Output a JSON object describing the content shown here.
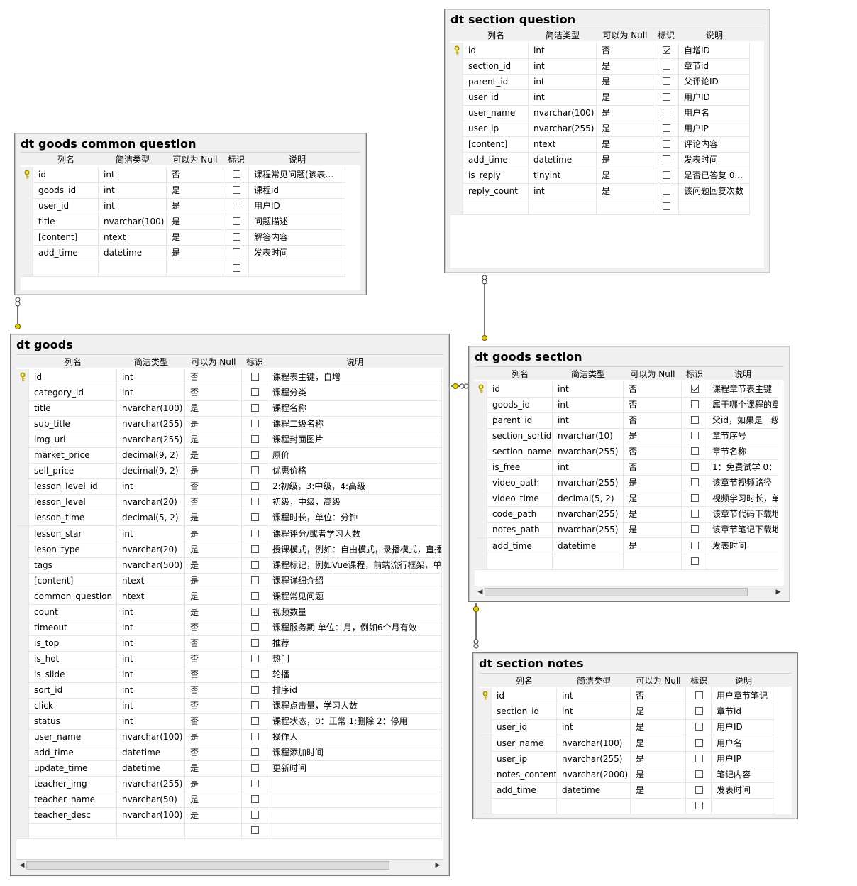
{
  "headers": {
    "col_name": "列名",
    "col_type": "简洁类型",
    "col_null": "可以为 Null",
    "col_identity": "标识",
    "col_desc": "说明"
  },
  "tables": {
    "section_question": {
      "title": "dt section question",
      "rows": [
        {
          "name": "id",
          "type": "int",
          "null": "否",
          "identity": true,
          "desc": "自增ID",
          "pk": true
        },
        {
          "name": "section_id",
          "type": "int",
          "null": "是",
          "identity": false,
          "desc": "章节id"
        },
        {
          "name": "parent_id",
          "type": "int",
          "null": "是",
          "identity": false,
          "desc": "父评论ID"
        },
        {
          "name": "user_id",
          "type": "int",
          "null": "是",
          "identity": false,
          "desc": "用户ID"
        },
        {
          "name": "user_name",
          "type": "nvarchar(100)",
          "null": "是",
          "identity": false,
          "desc": "用户名"
        },
        {
          "name": "user_ip",
          "type": "nvarchar(255)",
          "null": "是",
          "identity": false,
          "desc": "用户IP"
        },
        {
          "name": "[content]",
          "type": "ntext",
          "null": "是",
          "identity": false,
          "desc": "评论内容"
        },
        {
          "name": "add_time",
          "type": "datetime",
          "null": "是",
          "identity": false,
          "desc": "发表时间"
        },
        {
          "name": "is_reply",
          "type": "tinyint",
          "null": "是",
          "identity": false,
          "desc": "是否已答复 0..."
        },
        {
          "name": "reply_count",
          "type": "int",
          "null": "是",
          "identity": false,
          "desc": "该问题回复次数"
        }
      ]
    },
    "goods_common_question": {
      "title": "dt goods common question",
      "rows": [
        {
          "name": "id",
          "type": "int",
          "null": "否",
          "identity": false,
          "desc": "课程常见问题(该表...",
          "pk": true
        },
        {
          "name": "goods_id",
          "type": "int",
          "null": "是",
          "identity": false,
          "desc": "课程id"
        },
        {
          "name": "user_id",
          "type": "int",
          "null": "是",
          "identity": false,
          "desc": "用户ID"
        },
        {
          "name": "title",
          "type": "nvarchar(100)",
          "null": "是",
          "identity": false,
          "desc": "问题描述"
        },
        {
          "name": "[content]",
          "type": "ntext",
          "null": "是",
          "identity": false,
          "desc": "解答内容"
        },
        {
          "name": "add_time",
          "type": "datetime",
          "null": "是",
          "identity": false,
          "desc": "发表时间"
        }
      ]
    },
    "goods": {
      "title": "dt goods",
      "rows": [
        {
          "name": "id",
          "type": "int",
          "null": "否",
          "identity": false,
          "desc": "课程表主键，自增",
          "pk": true
        },
        {
          "name": "category_id",
          "type": "int",
          "null": "否",
          "identity": false,
          "desc": "课程分类"
        },
        {
          "name": "title",
          "type": "nvarchar(100)",
          "null": "是",
          "identity": false,
          "desc": "课程名称"
        },
        {
          "name": "sub_title",
          "type": "nvarchar(255)",
          "null": "是",
          "identity": false,
          "desc": "课程二级名称"
        },
        {
          "name": "img_url",
          "type": "nvarchar(255)",
          "null": "是",
          "identity": false,
          "desc": "课程封面图片"
        },
        {
          "name": "market_price",
          "type": "decimal(9, 2)",
          "null": "是",
          "identity": false,
          "desc": "原价"
        },
        {
          "name": "sell_price",
          "type": "decimal(9, 2)",
          "null": "是",
          "identity": false,
          "desc": "优惠价格"
        },
        {
          "name": "lesson_level_id",
          "type": "int",
          "null": "否",
          "identity": false,
          "desc": "2:初级，3:中级，4:高级"
        },
        {
          "name": "lesson_level",
          "type": "nvarchar(20)",
          "null": "否",
          "identity": false,
          "desc": "初级，中级，高级"
        },
        {
          "name": "lesson_time",
          "type": "decimal(5, 2)",
          "null": "是",
          "identity": false,
          "desc": "课程时长，单位：分钟"
        },
        {
          "name": "lesson_star",
          "type": "int",
          "null": "是",
          "identity": false,
          "desc": "课程评分/或者学习人数"
        },
        {
          "name": "leson_type",
          "type": "nvarchar(20)",
          "null": "是",
          "identity": false,
          "desc": "授课模式，例如：自由模式，录播模式，直播"
        },
        {
          "name": "tags",
          "type": "nvarchar(500)",
          "null": "是",
          "identity": false,
          "desc": "课程标记，例如Vue课程，前端流行框架，单页"
        },
        {
          "name": "[content]",
          "type": "ntext",
          "null": "是",
          "identity": false,
          "desc": "课程详细介绍"
        },
        {
          "name": "common_question",
          "type": "ntext",
          "null": "是",
          "identity": false,
          "desc": "课程常见问题"
        },
        {
          "name": "count",
          "type": "int",
          "null": "是",
          "identity": false,
          "desc": "视频数量"
        },
        {
          "name": "timeout",
          "type": "int",
          "null": "否",
          "identity": false,
          "desc": "课程服务期 单位：月，例如6个月有效"
        },
        {
          "name": "is_top",
          "type": "int",
          "null": "否",
          "identity": false,
          "desc": "推荐"
        },
        {
          "name": "is_hot",
          "type": "int",
          "null": "否",
          "identity": false,
          "desc": "热门"
        },
        {
          "name": "is_slide",
          "type": "int",
          "null": "否",
          "identity": false,
          "desc": "轮播"
        },
        {
          "name": "sort_id",
          "type": "int",
          "null": "否",
          "identity": false,
          "desc": "排序id"
        },
        {
          "name": "click",
          "type": "int",
          "null": "否",
          "identity": false,
          "desc": "课程点击量，学习人数"
        },
        {
          "name": "status",
          "type": "int",
          "null": "否",
          "identity": false,
          "desc": "课程状态，0：正常 1:删除 2：停用"
        },
        {
          "name": "user_name",
          "type": "nvarchar(100)",
          "null": "是",
          "identity": false,
          "desc": "操作人"
        },
        {
          "name": "add_time",
          "type": "datetime",
          "null": "否",
          "identity": false,
          "desc": "课程添加时间"
        },
        {
          "name": "update_time",
          "type": "datetime",
          "null": "是",
          "identity": false,
          "desc": "更新时间"
        },
        {
          "name": "teacher_img",
          "type": "nvarchar(255)",
          "null": "是",
          "identity": false,
          "desc": ""
        },
        {
          "name": "teacher_name",
          "type": "nvarchar(50)",
          "null": "是",
          "identity": false,
          "desc": ""
        },
        {
          "name": "teacher_desc",
          "type": "nvarchar(100)",
          "null": "是",
          "identity": false,
          "desc": ""
        }
      ]
    },
    "goods_section": {
      "title": "dt goods section",
      "rows": [
        {
          "name": "id",
          "type": "int",
          "null": "否",
          "identity": true,
          "desc": "课程章节表主键",
          "pk": true
        },
        {
          "name": "goods_id",
          "type": "int",
          "null": "否",
          "identity": false,
          "desc": "属于哪个课程的章"
        },
        {
          "name": "parent_id",
          "type": "int",
          "null": "否",
          "identity": false,
          "desc": "父id，如果是一级"
        },
        {
          "name": "section_sortid",
          "type": "nvarchar(10)",
          "null": "是",
          "identity": false,
          "desc": "章节序号"
        },
        {
          "name": "section_name",
          "type": "nvarchar(255)",
          "null": "否",
          "identity": false,
          "desc": "章节名称"
        },
        {
          "name": "is_free",
          "type": "int",
          "null": "否",
          "identity": false,
          "desc": "1：免费试学  0："
        },
        {
          "name": "video_path",
          "type": "nvarchar(255)",
          "null": "是",
          "identity": false,
          "desc": "该章节视频路径"
        },
        {
          "name": "video_time",
          "type": "decimal(5, 2)",
          "null": "是",
          "identity": false,
          "desc": "视频学习时长，单"
        },
        {
          "name": "code_path",
          "type": "nvarchar(255)",
          "null": "是",
          "identity": false,
          "desc": "该章节代码下载地"
        },
        {
          "name": "notes_path",
          "type": "nvarchar(255)",
          "null": "是",
          "identity": false,
          "desc": "该章节笔记下载地"
        },
        {
          "name": "add_time",
          "type": "datetime",
          "null": "是",
          "identity": false,
          "desc": "发表时间"
        }
      ]
    },
    "section_notes": {
      "title": "dt section notes",
      "rows": [
        {
          "name": "id",
          "type": "int",
          "null": "否",
          "identity": false,
          "desc": "用户章节笔记",
          "pk": true
        },
        {
          "name": "section_id",
          "type": "int",
          "null": "是",
          "identity": false,
          "desc": "章节id"
        },
        {
          "name": "user_id",
          "type": "int",
          "null": "是",
          "identity": false,
          "desc": "用户ID"
        },
        {
          "name": "user_name",
          "type": "nvarchar(100)",
          "null": "是",
          "identity": false,
          "desc": "用户名"
        },
        {
          "name": "user_ip",
          "type": "nvarchar(255)",
          "null": "是",
          "identity": false,
          "desc": "用户IP"
        },
        {
          "name": "notes_content",
          "type": "nvarchar(2000)",
          "null": "是",
          "identity": false,
          "desc": "笔记内容"
        },
        {
          "name": "add_time",
          "type": "datetime",
          "null": "是",
          "identity": false,
          "desc": "发表时间"
        }
      ]
    }
  },
  "colors": {
    "frame": "#7a7a7a",
    "header_bg": "#f0f0f0",
    "key": "#d4b800",
    "connector": "#444444"
  }
}
